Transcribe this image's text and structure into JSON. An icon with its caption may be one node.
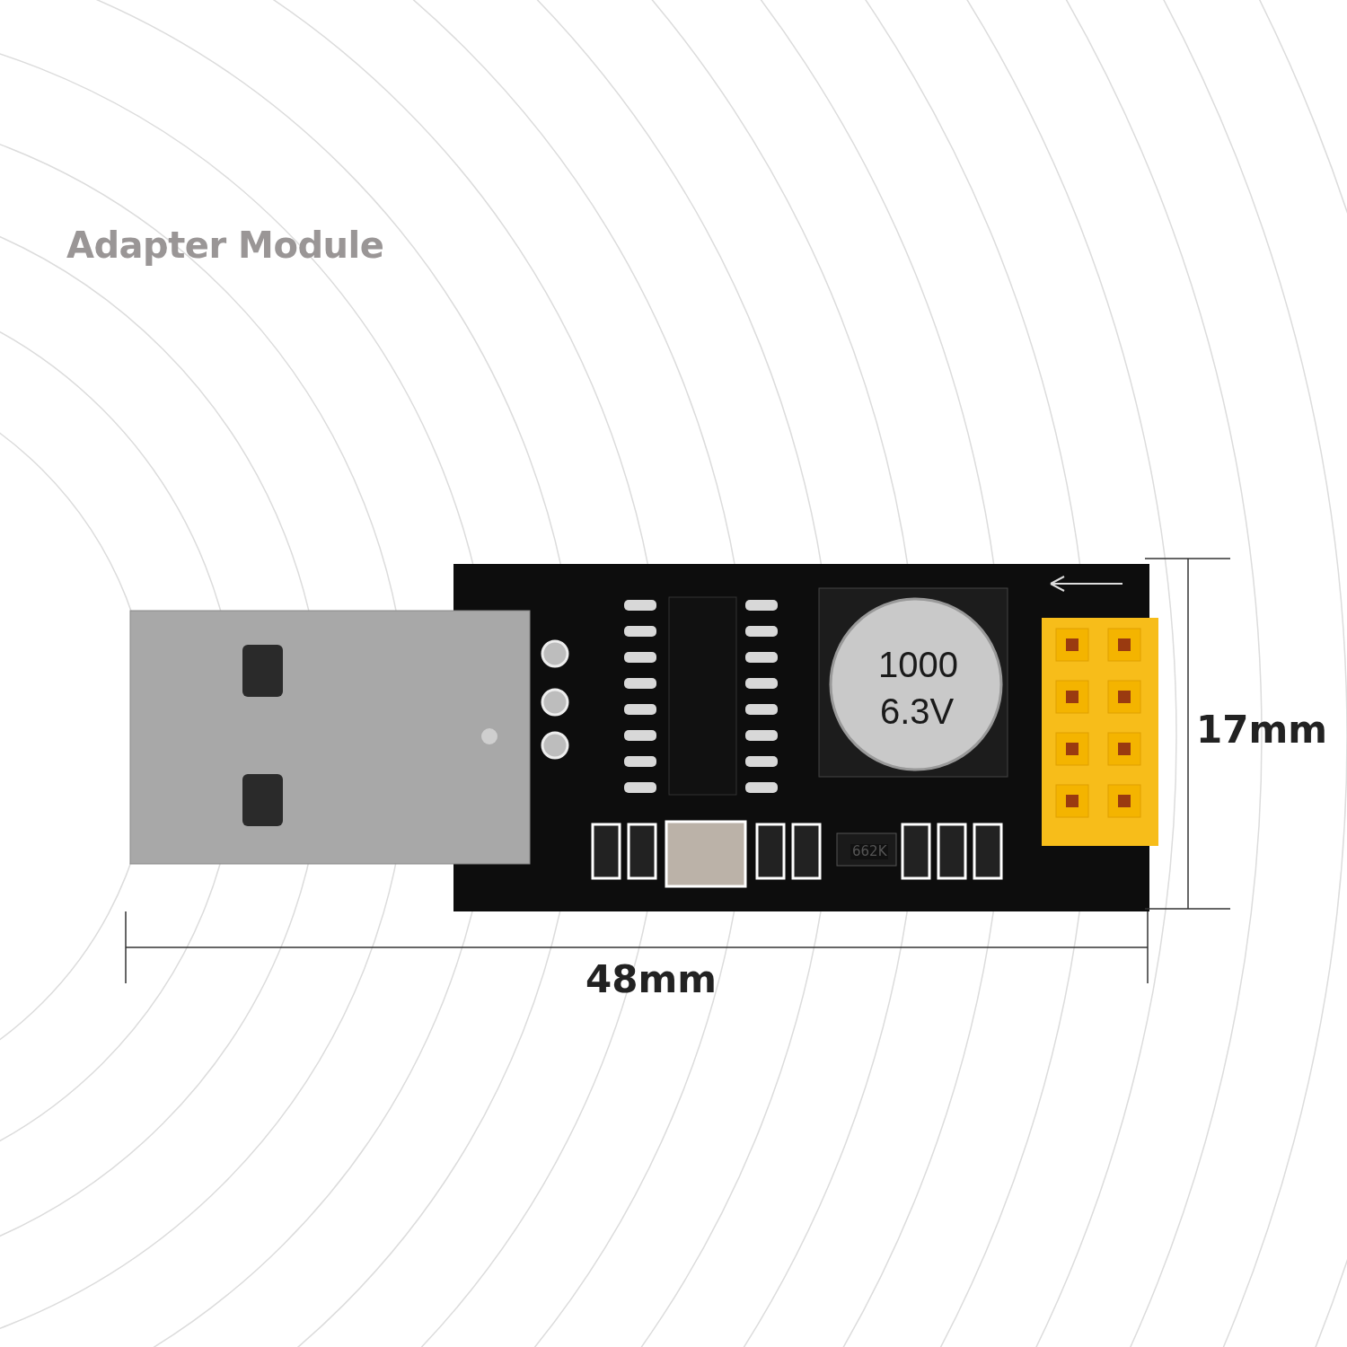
{
  "diagram": {
    "title": "Adapter Module",
    "labels": [
      "1000",
      "6.3V",
      "662K",
      "17mm",
      "48mm"
    ]
  }
}
